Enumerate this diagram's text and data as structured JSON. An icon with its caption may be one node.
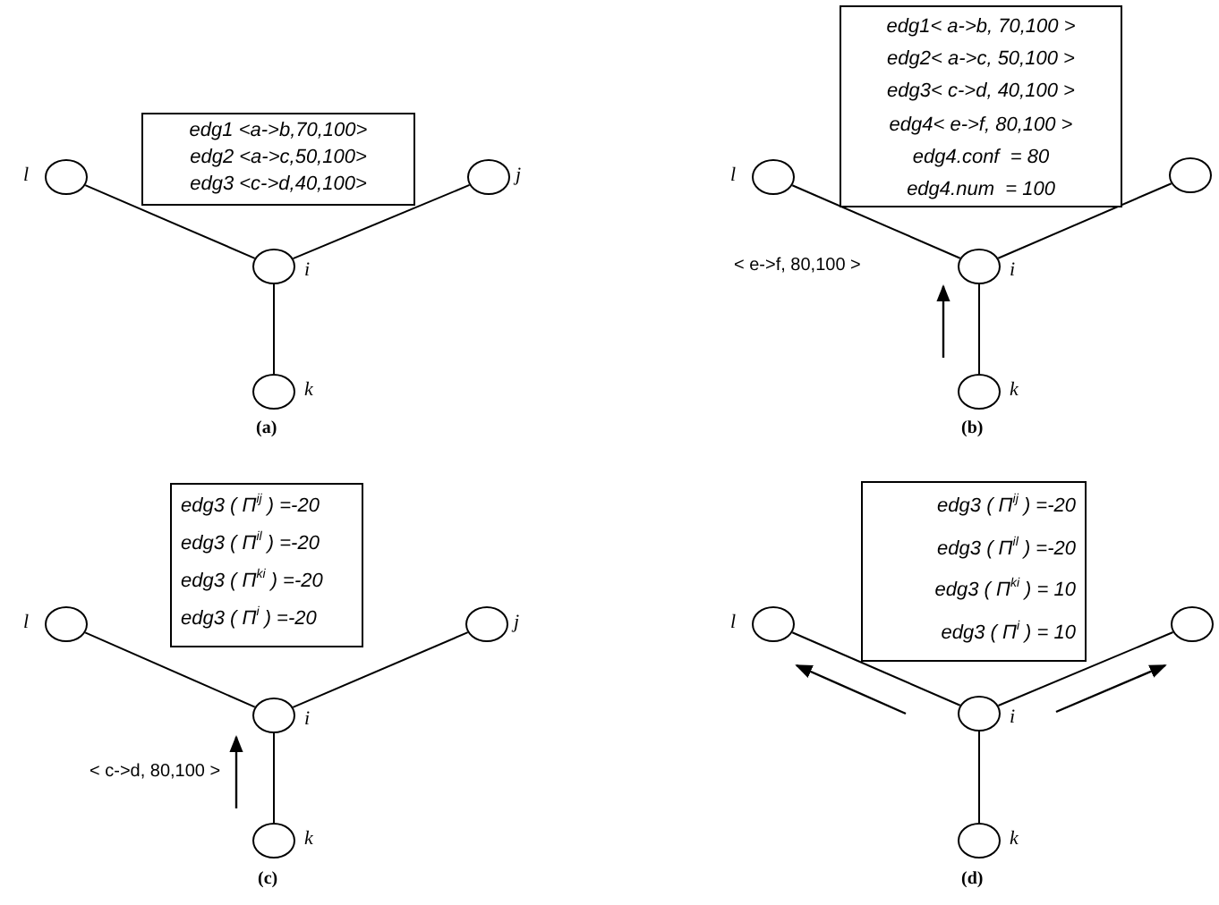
{
  "diagram": {
    "nodes": [
      {
        "text": [
          "edg1 <a->b,70,100>",
          "edg2 <a->c,50,100>",
          "edg3 <c->d,40,100>"
        ]
      },
      {
        "text": [],
        "shape": "circle",
        "beside": [
          "l"
        ]
      },
      {
        "text": [],
        "shape": "circle",
        "beside": [
          "j"
        ]
      },
      {
        "text": [],
        "shape": "circle",
        "beside": [
          "i"
        ]
      },
      {
        "text": [],
        "shape": "circle",
        "beside": [
          "k"
        ]
      },
      {
        "text": [
          "edg1< a->b, 70,100 >",
          "edg2< a->c, 50,100 >",
          "edg3< c->d, 40,100 >",
          "edg4< e->f, 80,100 >",
          "edg4.conf  = 80",
          "edg4.num  = 100"
        ]
      },
      {
        "text": [],
        "shape": "circle",
        "beside": [
          "l"
        ]
      },
      {
        "text": [],
        "shape": "circle"
      },
      {
        "text": [],
        "shape": "circle",
        "beside": [
          "i"
        ]
      },
      {
        "text": [],
        "shape": "circle",
        "beside": [
          "k"
        ]
      },
      {
        "text": [
          "edg3 ( Π$^{ij}$ ) =-20",
          "edg3 ( Π$^{il}$ ) =-20",
          "edg3 ( Π$^{ki}$ ) =-20",
          "edg3 ( Π$^{i}$ ) =-20"
        ]
      },
      {
        "text": [],
        "shape": "circle",
        "beside": [
          "l"
        ]
      },
      {
        "text": [],
        "shape": "circle",
        "beside": [
          "j"
        ]
      },
      {
        "text": [],
        "shape": "circle",
        "beside": [
          "i"
        ]
      },
      {
        "text": [],
        "shape": "circle",
        "beside": [
          "k"
        ]
      },
      {
        "text": [
          "edg3 ( Π$^{ij}$ ) =-20",
          "edg3 ( Π$^{il}$ ) =-20",
          "edg3 ( Π$^{ki}$ ) = 10",
          "edg3 ( Π$^{i}$ ) = 10"
        ]
      },
      {
        "text": [],
        "shape": "circle",
        "beside": [
          "l"
        ]
      },
      {
        "text": [],
        "shape": "circle"
      },
      {
        "text": [],
        "shape": "circle",
        "beside": [
          "i"
        ]
      },
      {
        "text": [],
        "shape": "circle",
        "beside": [
          "k"
        ]
      }
    ],
    "edges": [
      {
        "from": 1,
        "to": 3,
        "arrow": "none"
      },
      {
        "from": 2,
        "to": 3,
        "arrow": "none"
      },
      {
        "from": 3,
        "to": 4,
        "arrow": "none"
      },
      {
        "from": 6,
        "to": 8,
        "arrow": "none"
      },
      {
        "from": 7,
        "to": 8,
        "arrow": "none"
      },
      {
        "from": 8,
        "to": 9,
        "arrow": "none"
      },
      {
        "from": 11,
        "to": 13,
        "arrow": "none"
      },
      {
        "from": 12,
        "to": 13,
        "arrow": "none"
      },
      {
        "from": 13,
        "to": 14,
        "arrow": "none"
      },
      {
        "from": 16,
        "to": 18,
        "arrow": "none"
      },
      {
        "from": 17,
        "to": 18,
        "arrow": "none"
      },
      {
        "from": 18,
        "to": 19,
        "arrow": "none"
      }
    ],
    "labels": [
      "< e->f, 80,100 >",
      "(a)",
      "(b)",
      "< c->d, 80,100 >",
      "(c)",
      "(d)"
    ]
  }
}
